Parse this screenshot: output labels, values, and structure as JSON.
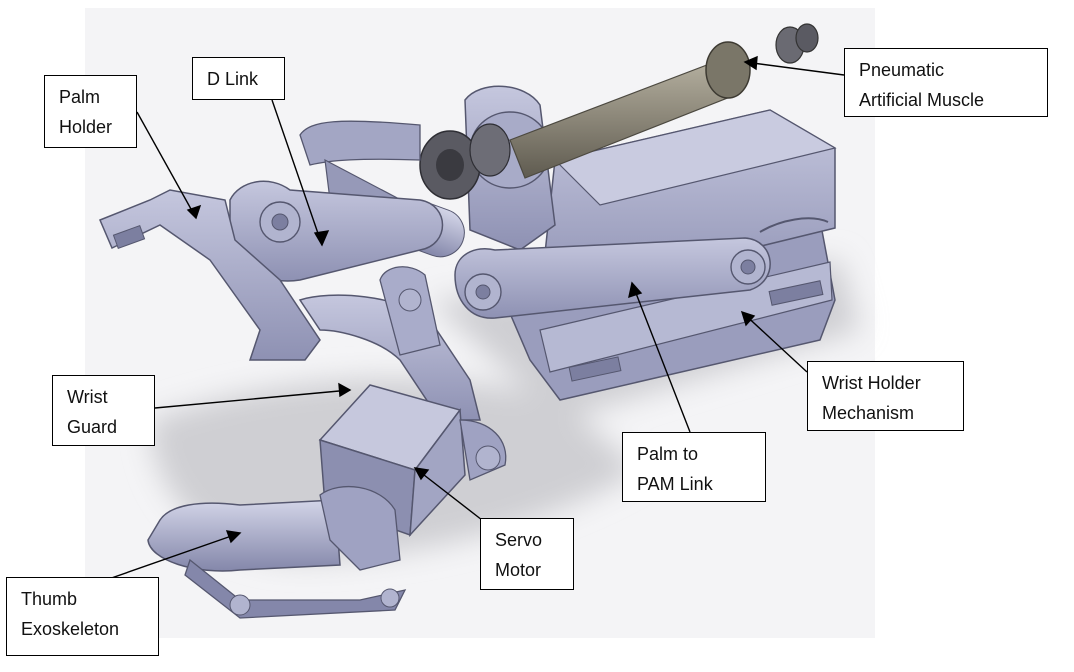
{
  "labels": {
    "palm_holder": {
      "line1": "Palm",
      "line2": "Holder"
    },
    "d_link": {
      "line1": "D Link"
    },
    "pam": {
      "line1": "Pneumatic",
      "line2": "Artificial Muscle"
    },
    "wrist_guard": {
      "line1": "Wrist",
      "line2": "Guard"
    },
    "wrist_holder": {
      "line1": "Wrist Holder",
      "line2": "Mechanism"
    },
    "palm_to_pam": {
      "line1": "Palm to",
      "line2": "PAM Link"
    },
    "servo": {
      "line1": "Servo",
      "line2": "Motor"
    },
    "thumb": {
      "line1": "Thumb",
      "line2": "Exoskeleton"
    }
  },
  "colors": {
    "part_fill": "#9fa2c2",
    "part_dark": "#6f7193",
    "part_light": "#c9cbe0",
    "shadow": "#d6d6d8",
    "rod": "#8b8678",
    "nut": "#5a5a62"
  }
}
